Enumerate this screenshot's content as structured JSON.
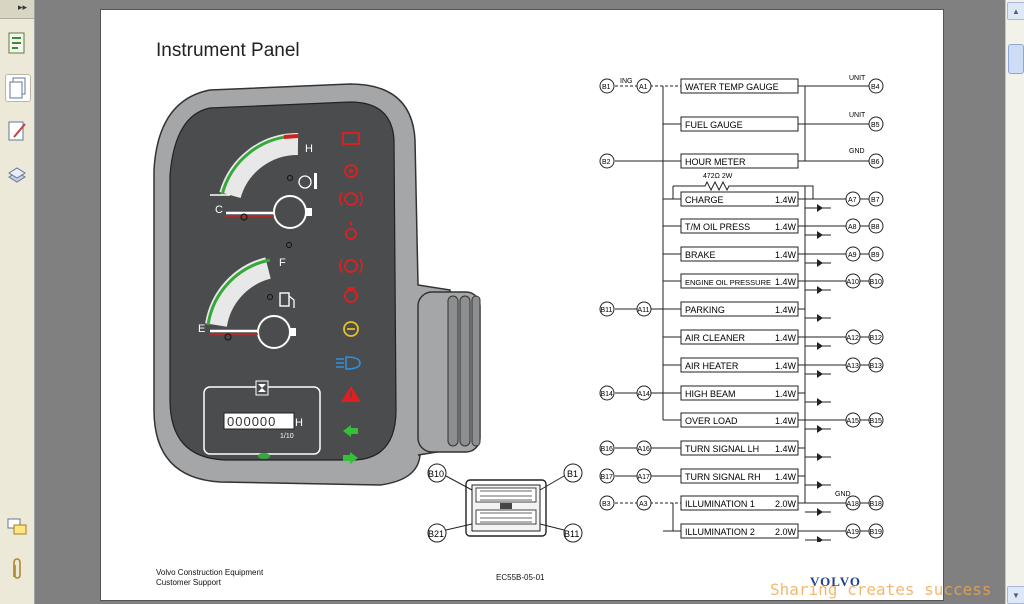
{
  "sidebar": {
    "toggle_glyph": "▸▸",
    "icons": [
      "bookmarks-icon",
      "pages-icon",
      "signatures-icon",
      "layers-icon"
    ],
    "bottom_icons": [
      "comments-icon",
      "attachments-icon"
    ]
  },
  "page": {
    "title": "Instrument Panel",
    "footer_line1": "Volvo Construction Equipment",
    "footer_line2": "Customer Support",
    "footer_code": "EC55B-05-01",
    "logo": "VOLVO",
    "watermark": "Sharing creates success"
  },
  "panel": {
    "temp_hot": "H",
    "temp_cold": "C",
    "fuel_full": "F",
    "fuel_empty": "E",
    "hour_digits": "000000",
    "hour_unit": "H",
    "hour_fraction": "1/10"
  },
  "connector": {
    "pin_b10": "B10",
    "pin_b1": "B1",
    "pin_b21": "B21",
    "pin_b11": "B11"
  },
  "wiring": {
    "ing_label": "ING",
    "unit_label": "UNIT",
    "gnd_label": "GND",
    "resistor_label": "472Ω 2W",
    "rows": [
      {
        "name": "WATER TEMP GAUGE",
        "watt": "",
        "left_outer": "B1",
        "left_inner": "A1",
        "right_inner": "",
        "right_outer": "B4"
      },
      {
        "name": "FUEL GAUGE",
        "watt": "",
        "left_outer": "",
        "left_inner": "",
        "right_inner": "",
        "right_outer": "B5"
      },
      {
        "name": "HOUR METER",
        "watt": "",
        "left_outer": "B2",
        "left_inner": "",
        "right_inner": "",
        "right_outer": "B6"
      },
      {
        "name": "CHARGE",
        "watt": "1.4W",
        "left_outer": "",
        "left_inner": "",
        "right_inner": "A7",
        "right_outer": "B7"
      },
      {
        "name": "T/M OIL PRESS",
        "watt": "1.4W",
        "left_outer": "",
        "left_inner": "",
        "right_inner": "A8",
        "right_outer": "B8"
      },
      {
        "name": "BRAKE",
        "watt": "1.4W",
        "left_outer": "",
        "left_inner": "",
        "right_inner": "A9",
        "right_outer": "B9"
      },
      {
        "name": "ENGINE OIL PRESSURE",
        "watt": "1.4W",
        "left_outer": "",
        "left_inner": "",
        "right_inner": "A10",
        "right_outer": "B10"
      },
      {
        "name": "PARKING",
        "watt": "1.4W",
        "left_outer": "B11",
        "left_inner": "A11",
        "right_inner": "",
        "right_outer": ""
      },
      {
        "name": "AIR CLEANER",
        "watt": "1.4W",
        "left_outer": "",
        "left_inner": "",
        "right_inner": "A12",
        "right_outer": "B12"
      },
      {
        "name": "AIR HEATER",
        "watt": "1.4W",
        "left_outer": "",
        "left_inner": "",
        "right_inner": "A13",
        "right_outer": "B13"
      },
      {
        "name": "HIGH BEAM",
        "watt": "1.4W",
        "left_outer": "B14",
        "left_inner": "A14",
        "right_inner": "",
        "right_outer": ""
      },
      {
        "name": "OVER LOAD",
        "watt": "1.4W",
        "left_outer": "",
        "left_inner": "",
        "right_inner": "A15",
        "right_outer": "B15"
      },
      {
        "name": "TURN SIGNAL LH",
        "watt": "1.4W",
        "left_outer": "B16",
        "left_inner": "A16",
        "right_inner": "",
        "right_outer": ""
      },
      {
        "name": "TURN SIGNAL RH",
        "watt": "1.4W",
        "left_outer": "B17",
        "left_inner": "A17",
        "right_inner": "",
        "right_outer": ""
      },
      {
        "name": "ILLUMINATION 1",
        "watt": "2.0W",
        "left_outer": "B3",
        "left_inner": "A3",
        "right_inner": "A18",
        "right_outer": "B18"
      },
      {
        "name": "ILLUMINATION 2",
        "watt": "2.0W",
        "left_outer": "",
        "left_inner": "",
        "right_inner": "A19",
        "right_outer": "B19"
      }
    ]
  }
}
